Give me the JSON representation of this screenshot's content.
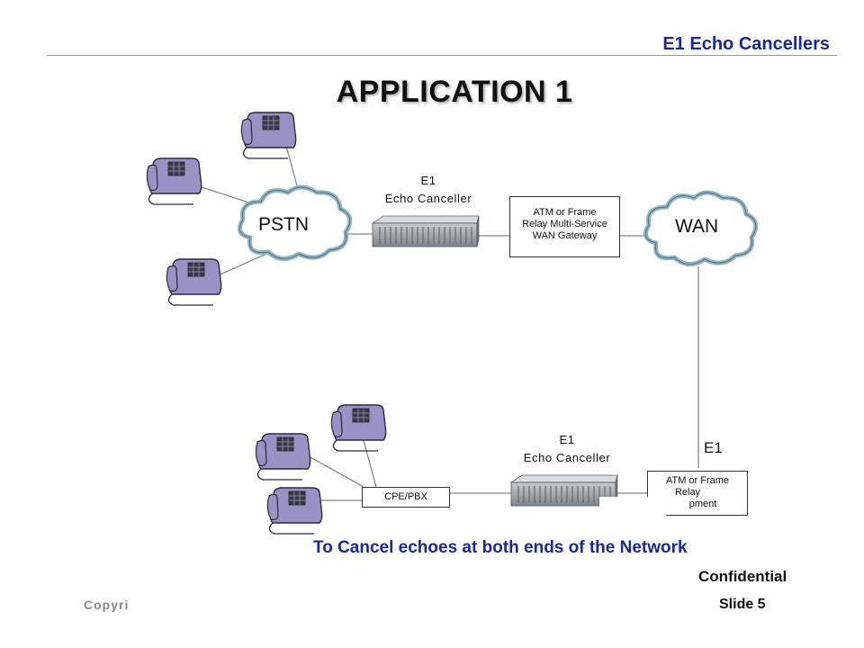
{
  "header": {
    "title": "E1 Echo Cancellers"
  },
  "slide": {
    "title": "APPLICATION 1"
  },
  "top_section": {
    "cloud_left": "PSTN",
    "cloud_right": "WAN",
    "canceller_label_line1": "E1",
    "canceller_label_line2": "Echo Canceller",
    "gateway_box": [
      "ATM  or Frame",
      "Relay Multi-Service",
      "WAN Gateway"
    ]
  },
  "bottom_section": {
    "canceller_label_line1": "E1",
    "canceller_label_line2": "Echo Canceller",
    "pbx_box": "CPE/PBX",
    "gateway_box": [
      "ATM  or Frame",
      "Relay",
      "pment"
    ],
    "link_label": "E1"
  },
  "caption": "To Cancel echoes at both ends of the Network",
  "footer": {
    "confidential": "Confidential",
    "slide_number": "Slide 5",
    "copyright": "Copyri"
  },
  "colors": {
    "title_blue": "#1a2a8c",
    "phone": "#9a92c4",
    "cloud_fill": "#ffffff",
    "cloud_edge": "#8fb3c8",
    "canceller": "#9ea4a8"
  },
  "icons": [
    "telephone-icon",
    "cloud-icon",
    "echo-canceller-rack-icon"
  ]
}
